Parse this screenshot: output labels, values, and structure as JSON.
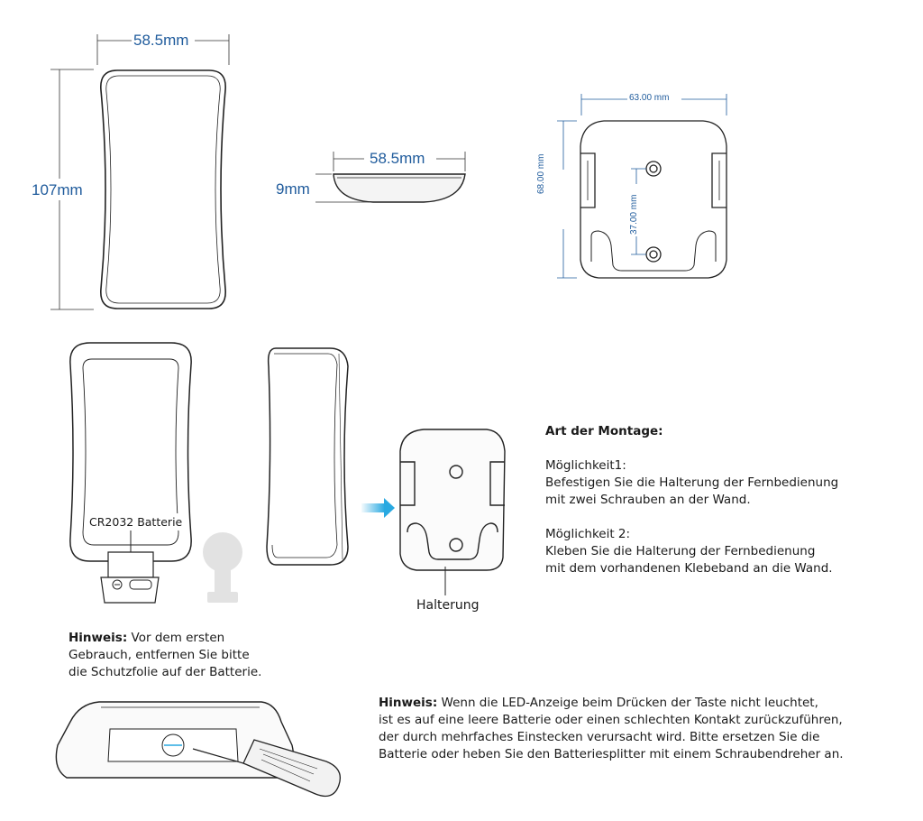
{
  "dimensions": {
    "front_width": "58.5mm",
    "front_height": "107mm",
    "side_width": "58.5mm",
    "side_thickness": "9mm",
    "holder_width": "63.00 mm",
    "holder_height": "68.00 mm",
    "hole_spacing": "37.00 mm"
  },
  "labels": {
    "battery": "CR2032 Batterie",
    "holder": "Halterung"
  },
  "mounting": {
    "title": "Art der Montage:",
    "option1_title": "Möglichkeit1:",
    "option1_line1": "Befestigen Sie die Halterung der Fernbedienung",
    "option1_line2": "mit zwei Schrauben an der Wand.",
    "option2_title": "Möglichkeit 2:",
    "option2_line1": "Kleben Sie die Halterung der Fernbedienung",
    "option2_line2": "mit dem vorhandenen Klebeband an die Wand."
  },
  "note1": {
    "label": "Hinweis:",
    "line1": " Vor dem ersten",
    "line2": "Gebrauch, entfernen Sie bitte",
    "line3": "die Schutzfolie auf der Batterie."
  },
  "note2": {
    "label": "Hinweis:",
    "line1": " Wenn die LED-Anzeige beim Drücken der Taste nicht leuchtet,",
    "line2": "ist es auf eine leere Batterie oder einen schlechten Kontakt zurückzuführen,",
    "line3": "der durch mehrfaches Einstecken verursacht wird. Bitte ersetzen Sie die",
    "line4": "Batterie oder heben Sie den Batteriesplitter mit einem Schraubendreher an."
  },
  "colors": {
    "dimension_blue": "#1f5b9c",
    "outline": "#222222",
    "arrow_cyan": "#29a9e1"
  }
}
